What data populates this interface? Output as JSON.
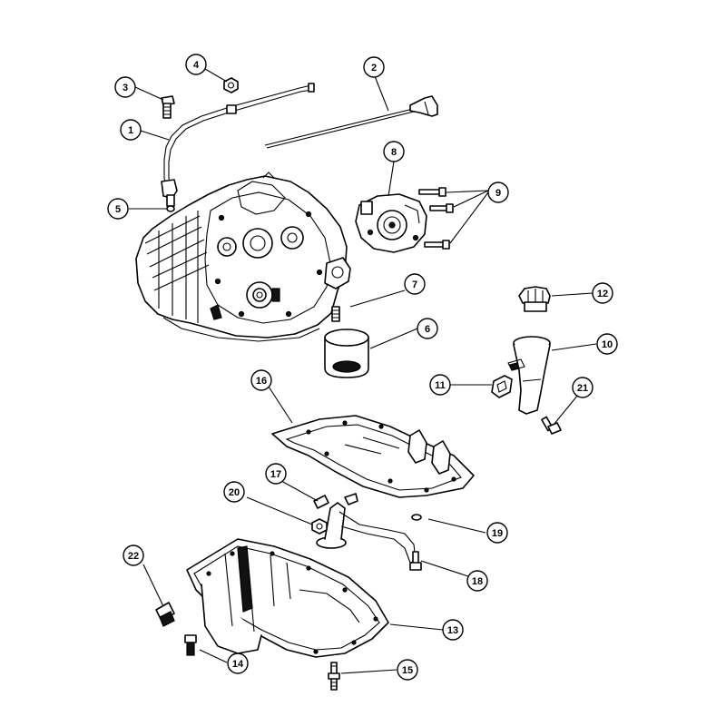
{
  "callouts": [
    {
      "id": "1",
      "label": "1"
    },
    {
      "id": "2",
      "label": "2"
    },
    {
      "id": "3",
      "label": "3"
    },
    {
      "id": "4",
      "label": "4"
    },
    {
      "id": "5",
      "label": "5"
    },
    {
      "id": "6",
      "label": "6"
    },
    {
      "id": "7",
      "label": "7"
    },
    {
      "id": "8",
      "label": "8"
    },
    {
      "id": "9",
      "label": "9"
    },
    {
      "id": "10",
      "label": "10"
    },
    {
      "id": "11",
      "label": "11"
    },
    {
      "id": "12",
      "label": "12"
    },
    {
      "id": "13",
      "label": "13"
    },
    {
      "id": "14",
      "label": "14"
    },
    {
      "id": "15",
      "label": "15"
    },
    {
      "id": "16",
      "label": "16"
    },
    {
      "id": "17",
      "label": "17"
    },
    {
      "id": "18",
      "label": "18"
    },
    {
      "id": "19",
      "label": "19"
    },
    {
      "id": "20",
      "label": "20"
    },
    {
      "id": "21",
      "label": "21"
    },
    {
      "id": "22",
      "label": "22"
    }
  ],
  "colors": {
    "line": "#000000",
    "background": "#ffffff",
    "shade": "#d9d9d9"
  }
}
